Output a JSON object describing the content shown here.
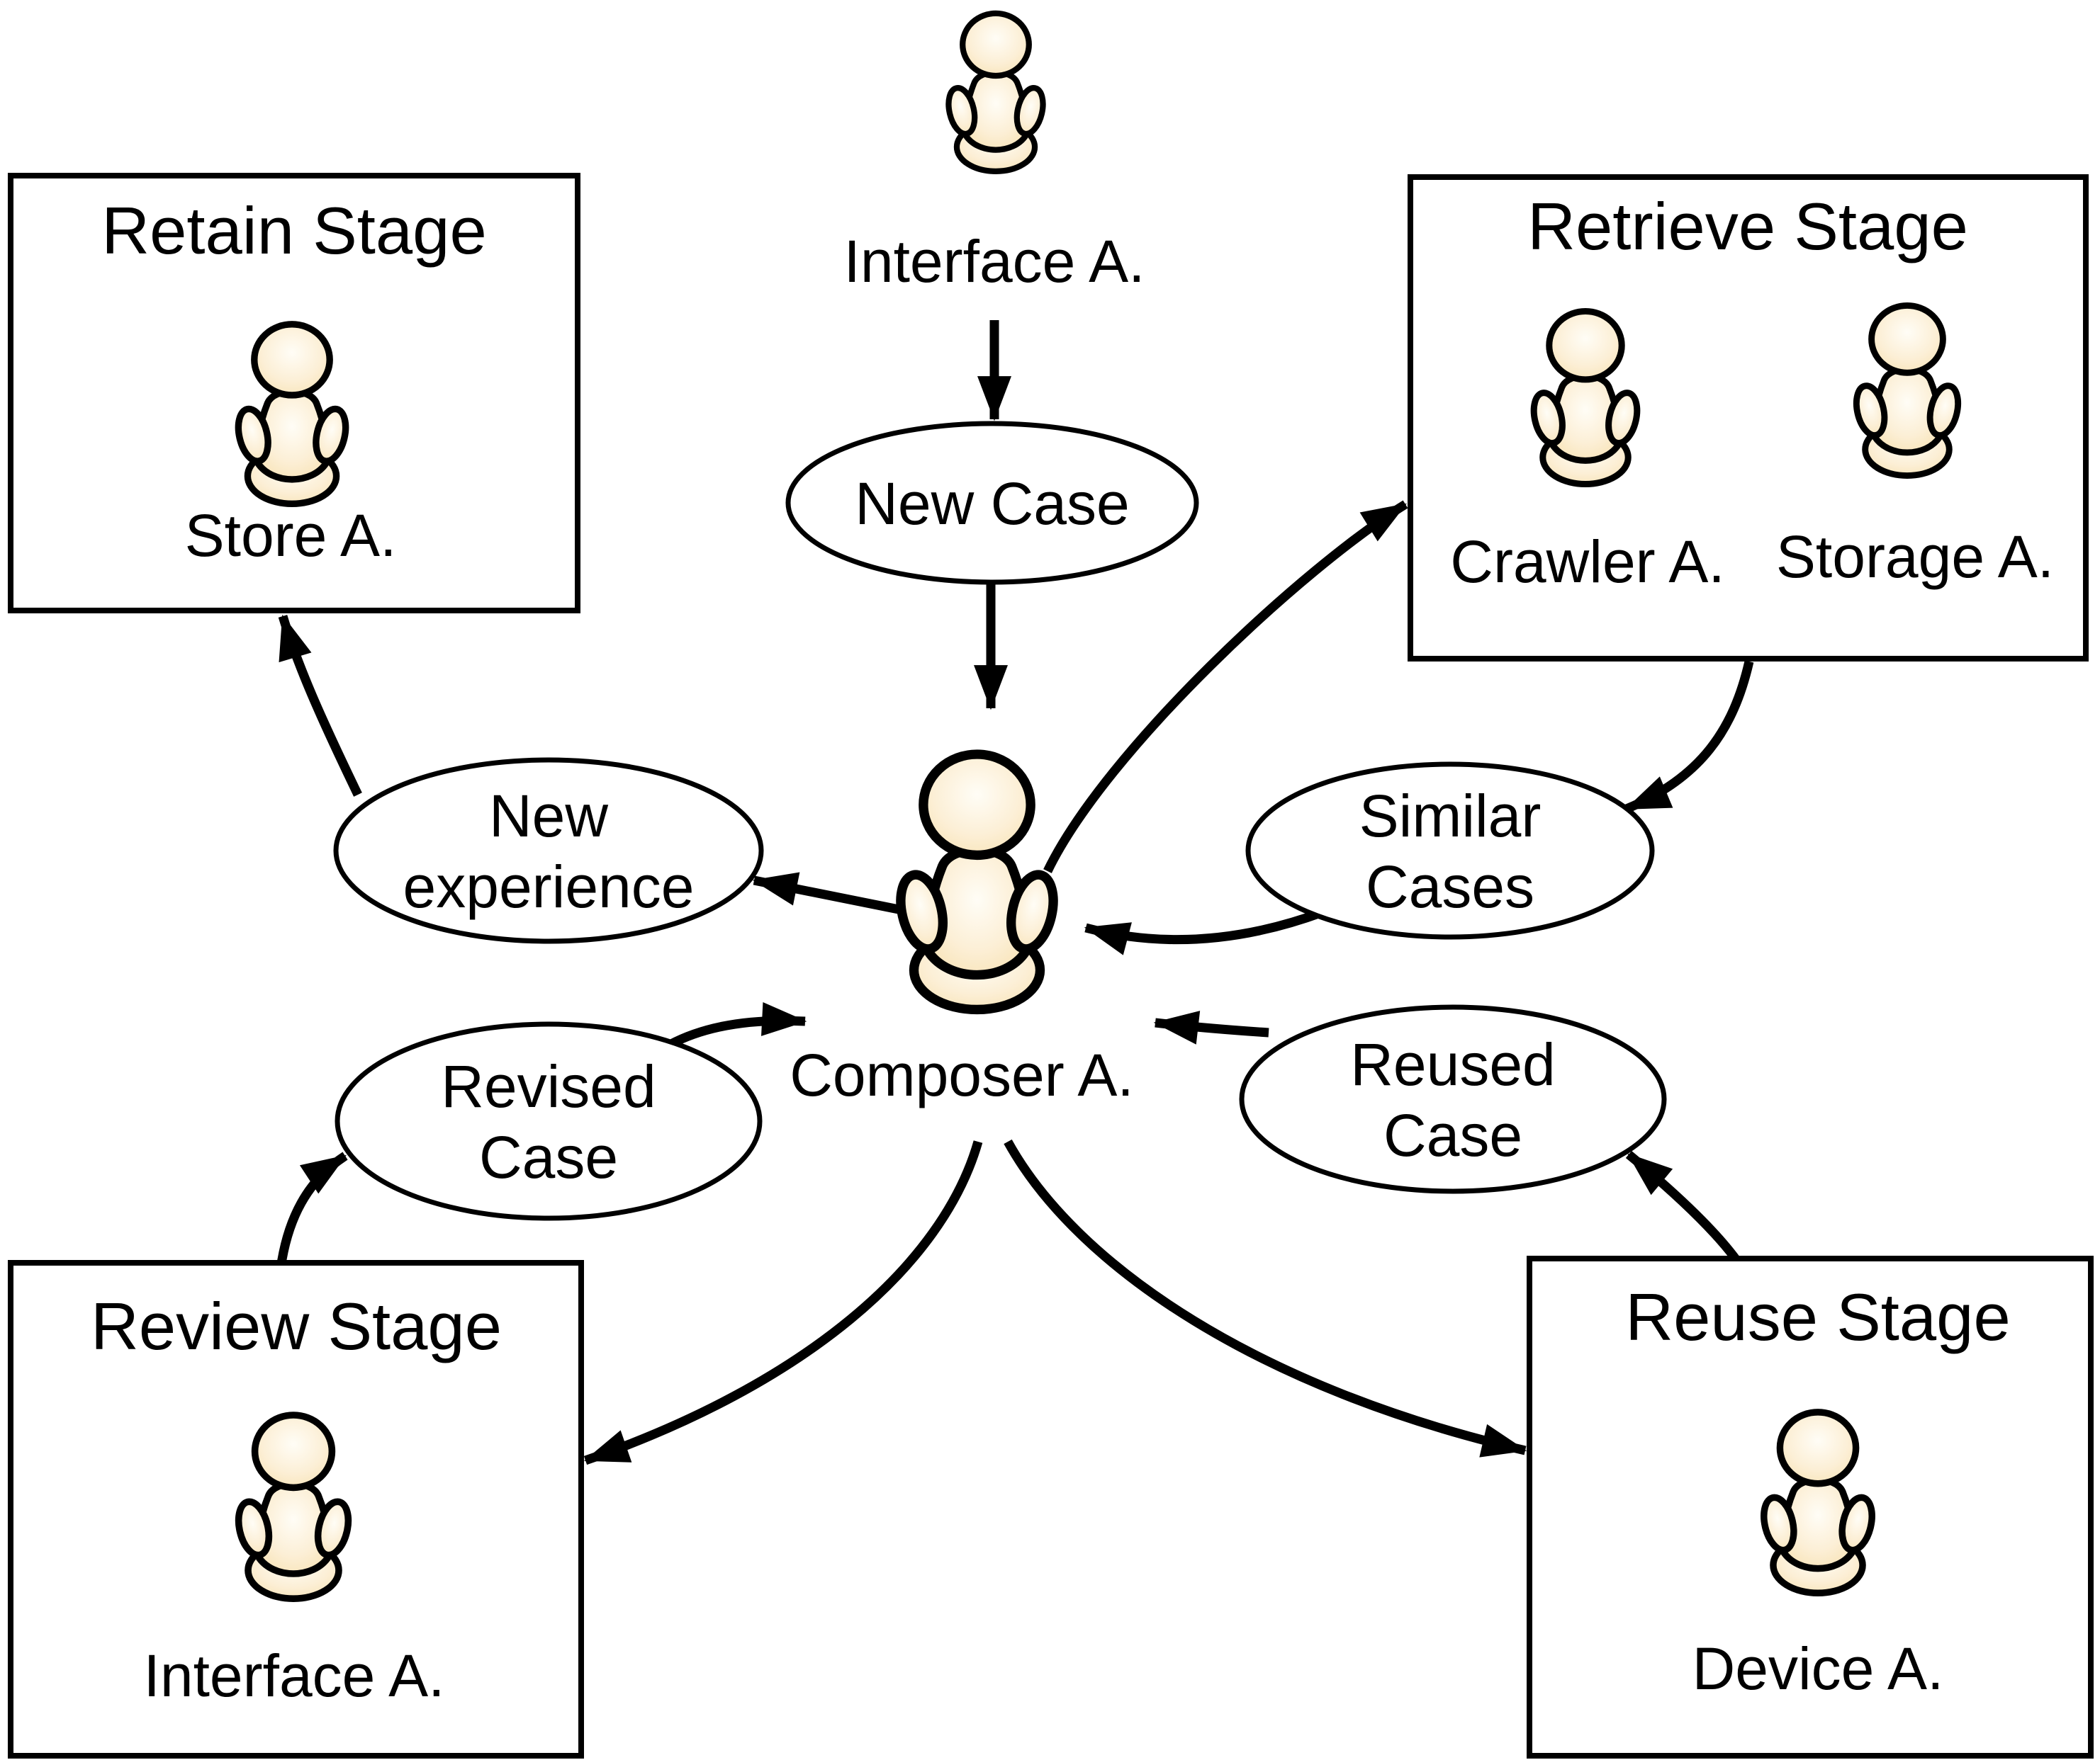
{
  "colors": {
    "ink": "#000000",
    "background": "#ffffff",
    "skin_highlight": "#fffdf6",
    "skin_mid": "#fcefd6",
    "skin_shadow": "#f6dea8"
  },
  "actors": {
    "interface_top": {
      "icon": "person-icon",
      "label": "Interface A."
    },
    "composer": {
      "icon": "person-icon",
      "label": "Composer A."
    }
  },
  "stages": {
    "retain": {
      "title": "Retain Stage",
      "agents": [
        {
          "icon": "person-icon",
          "label": "Store A."
        }
      ]
    },
    "retrieve": {
      "title": "Retrieve Stage",
      "agents": [
        {
          "icon": "person-icon",
          "label": "Crawler A."
        },
        {
          "icon": "person-icon",
          "label": "Storage A."
        }
      ]
    },
    "review": {
      "title": "Review Stage",
      "agents": [
        {
          "icon": "person-icon",
          "label": "Interface A."
        }
      ]
    },
    "reuse": {
      "title": "Reuse Stage",
      "agents": [
        {
          "icon": "person-icon",
          "label": "Device A."
        }
      ]
    }
  },
  "cases": {
    "new_case": {
      "line1": "New Case"
    },
    "new_experience": {
      "line1": "New",
      "line2": "experience"
    },
    "similar_cases": {
      "line1": "Similar",
      "line2": "Cases"
    },
    "revised_case": {
      "line1": "Revised",
      "line2": "Case"
    },
    "reused_case": {
      "line1": "Reused",
      "line2": "Case"
    }
  },
  "edges": [
    {
      "from": "Interface A.",
      "to": "New Case"
    },
    {
      "from": "New Case",
      "to": "Composer A."
    },
    {
      "from": "Composer A.",
      "to": "Retrieve Stage"
    },
    {
      "from": "Retrieve Stage",
      "to": "Similar Cases"
    },
    {
      "from": "Similar Cases",
      "to": "Composer A."
    },
    {
      "from": "Composer A.",
      "to": "New experience"
    },
    {
      "from": "New experience",
      "to": "Retain Stage"
    },
    {
      "from": "Review Stage",
      "to": "Revised Case"
    },
    {
      "from": "Revised Case",
      "to": "Composer A."
    },
    {
      "from": "Composer A.",
      "to": "Review Stage"
    },
    {
      "from": "Composer A.",
      "to": "Reuse Stage"
    },
    {
      "from": "Reuse Stage",
      "to": "Reused Case"
    },
    {
      "from": "Reused Case",
      "to": "Composer A."
    }
  ]
}
